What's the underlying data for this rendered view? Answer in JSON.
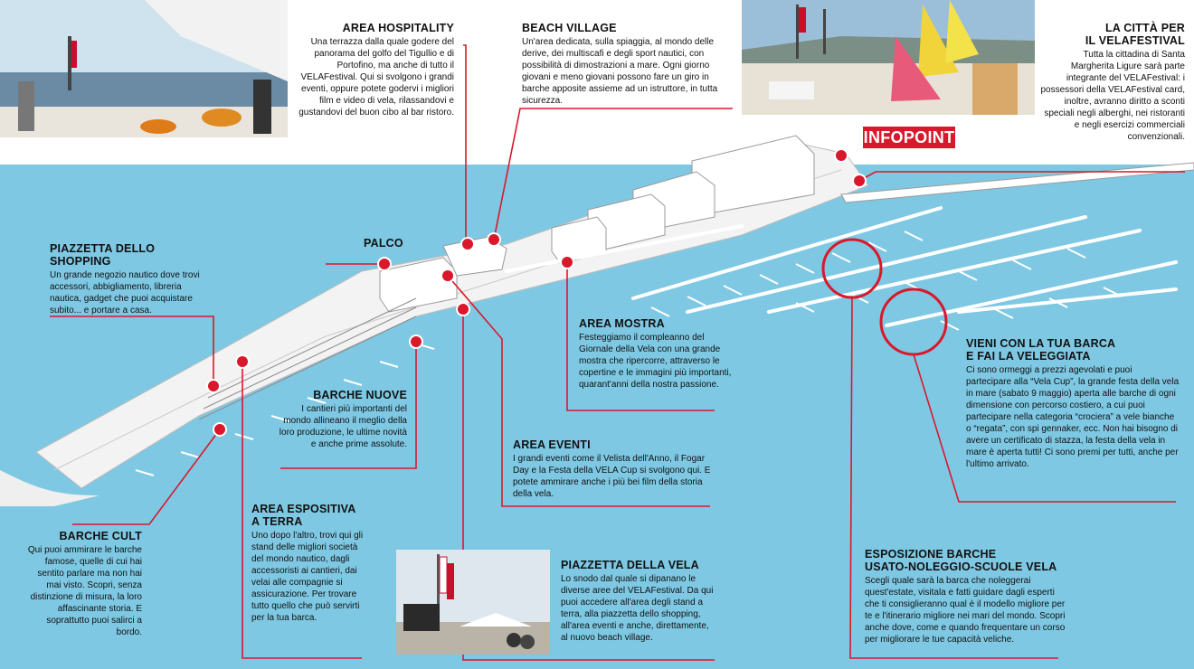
{
  "colors": {
    "sea": "#7ec8e3",
    "accent": "#d9182b",
    "pier": "#f3f3f3",
    "text": "#111111"
  },
  "infopoint": "INFOPOINT",
  "sections": {
    "area_hospitality": {
      "title": "AREA HOSPITALITY",
      "body": "Una terrazza dalla quale godere del panorama del golfo del Tigullio e di Portofino, ma anche di tutto il VELAFestival. Qui si svolgono i grandi eventi, oppure potete godervi i migliori film e video di vela, rilassandovi e gustandovi del buon cibo al bar ristoro."
    },
    "beach_village": {
      "title": "BEACH VILLAGE",
      "body": "Un'area dedicata, sulla spiaggia, al mondo delle derive, dei multiscafi e degli sport nautici, con possibilità di dimostrazioni a mare. Ogni giorno giovani e meno giovani possono fare un giro in barche apposite assieme ad un istruttore, in tutta sicurezza."
    },
    "citta": {
      "title_line1": "LA CITTÀ PER",
      "title_line2": "IL VELAFESTIVAL",
      "body": "Tutta la cittadina di Santa Margherita Ligure sarà parte integrante del VELAFestival: i possessori della VELAFestival card, inoltre, avranno diritto a sconti speciali negli alberghi, nei ristoranti e negli esercizi commerciali convenzionali."
    },
    "palco": {
      "title": "PALCO"
    },
    "shopping": {
      "title": "PIAZZETTA DELLO SHOPPING",
      "body": "Un grande negozio nautico dove trovi accessori, abbigliamento, libreria nautica, gadget che puoi acquistare subito... e portare a casa."
    },
    "area_mostra": {
      "title": "AREA MOSTRA",
      "body": "Festeggiamo il compleanno del Giornale della Vela con una grande mostra che ripercorre, attraverso le copertine e le immagini più importanti, quarant'anni della nostra passione."
    },
    "veleggiata": {
      "title_line1": "VIENI CON LA TUA BARCA",
      "title_line2": "E FAI LA VELEGGIATA",
      "body": "Ci sono ormeggi a prezzi agevolati e puoi partecipare alla “Vela Cup”, la grande festa della vela in mare (sabato 9 maggio) aperta alle barche di ogni dimensione con percorso costiero, a cui puoi partecipare nella categoria “crociera” a vele bianche o “regata”, con spi gennaker, ecc. Non hai bisogno di avere un certificato di stazza, la festa della vela in mare è aperta tutti! Ci sono premi per tutti, anche per l'ultimo arrivato."
    },
    "barche_nuove": {
      "title": "BARCHE NUOVE",
      "body": "I cantieri più importanti del mondo allineano il meglio della loro produzione, le ultime novità e anche prime assolute."
    },
    "area_eventi": {
      "title": "AREA EVENTI",
      "body": "I grandi eventi come il Velista dell'Anno, il Fogar Day e la Festa della VELA Cup si svolgono qui. E potete ammirare anche i più bei film della storia della vela."
    },
    "barche_cult": {
      "title": "BARCHE CULT",
      "body": "Qui puoi ammirare le barche famose, quelle di cui hai sentito parlare ma non hai mai visto. Scopri, senza distinzione di misura, la loro affascinante storia. E soprattutto puoi salirci a bordo."
    },
    "area_espositiva": {
      "title_line1": "AREA ESPOSITIVA",
      "title_line2": "A TERRA",
      "body": "Uno dopo l'altro, trovi qui gli stand delle migliori società del mondo nautico, dagli accessoristi ai cantieri, dai velai alle compagnie si assicurazione. Per trovare tutto quello che può servirti per la tua barca."
    },
    "piazzetta_vela": {
      "title": "PIAZZETTA DELLA VELA",
      "body": "Lo snodo dal quale si dipanano le diverse aree del VELAFestival. Da qui puoi accedere all'area degli stand a terra, alla piazzetta dello shopping, all'area eventi e anche, direttamente, al nuovo beach village."
    },
    "esposizione": {
      "title_line1": "ESPOSIZIONE BARCHE",
      "title_line2": "USATO-NOLEGGIO-SCUOLE VELA",
      "body": "Scegli quale sarà la barca che noleggerai quest'estate, visitala e fatti guidare dagli esperti che ti consiglieranno qual è il modello migliore per te e l'itinerario migliore nei mari del mondo. Scopri anche dove, come e quando frequentare un corso per migliorare le tue capacità veliche."
    }
  }
}
